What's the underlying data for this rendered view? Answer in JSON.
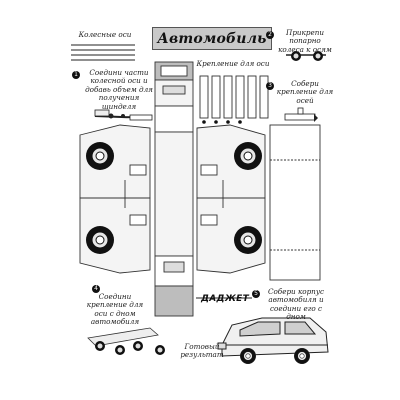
{
  "title": "Автомобиль",
  "labels": {
    "wheel_axes": "Колесные оси",
    "axle_mount": "Крепление для оси",
    "ready_result": "Готовый результат",
    "brand": "ДАДЖЕТ"
  },
  "steps": [
    {
      "number": "1",
      "text": "Соедини части колесной оси и добавь объем для получения шинделя"
    },
    {
      "number": "2",
      "text": "Прикрепи попарно колеса к осям"
    },
    {
      "number": "3",
      "text": "Собери крепление для осей"
    },
    {
      "number": "4",
      "text": "Соедини крепление для оси с дном автомобиля"
    },
    {
      "number": "5",
      "text": "Собери корпус автомобиля и соедини его с дном"
    }
  ]
}
